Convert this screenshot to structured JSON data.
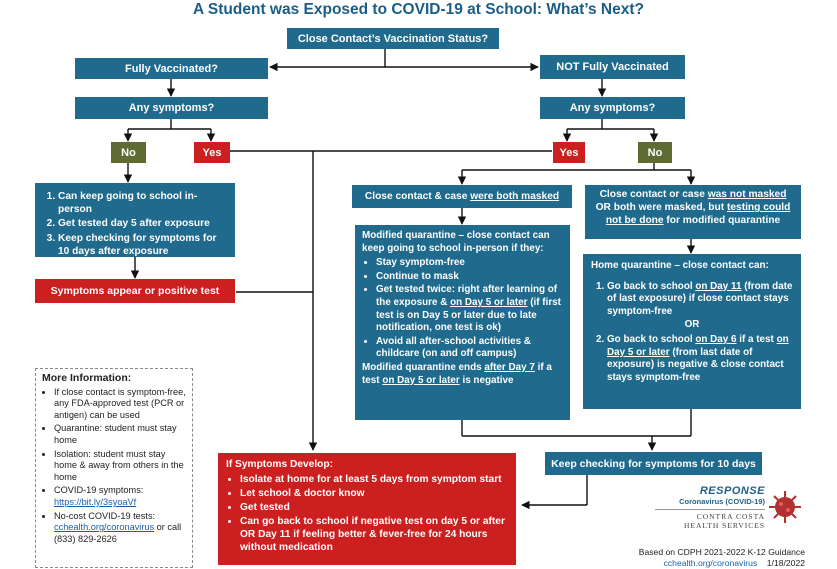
{
  "title": "A Student was Exposed to COVID-19 at School: What’s Next?",
  "top_question": "Close Contact’s Vaccination Status?",
  "left": {
    "status": "Fully Vaccinated?",
    "symptoms_q": "Any symptoms?",
    "no": "No",
    "yes": "Yes",
    "steps": [
      "Can keep going to school in-person",
      "Get tested day 5 after exposure",
      "Keep checking for symptoms for 10 days after exposure"
    ],
    "alert": "Symptoms appear or positive test"
  },
  "right": {
    "status": "NOT Fully Vaccinated",
    "symptoms_q": "Any symptoms?",
    "yes": "Yes",
    "no": "No",
    "masked_pre": "Close contact & case ",
    "masked_u": "were both masked",
    "notmasked_1": "Close contact or case ",
    "notmasked_u1": "was not masked",
    "notmasked_2": " OR both were masked, but ",
    "notmasked_u2": "testing could not be done",
    "notmasked_3": " for modified quarantine"
  },
  "modified": {
    "intro": "Modified quarantine – close contact can keep going to school in-person if they:",
    "b1": "Stay symptom-free",
    "b2": "Continue to mask",
    "b3_pre": "Get tested twice: right after learning of the exposure & ",
    "b3_u": "on Day 5 or later",
    "b3_note": "(if first test is on Day 5 or later due to late notification, one test is ok)",
    "b4": "Avoid all after-school activities & childcare (on and off campus)",
    "end_pre": "Modified quarantine ends ",
    "end_u1": "after Day 7",
    "end_mid": " if a test ",
    "end_u2": "on Day 5 or later",
    "end_post": " is negative"
  },
  "home": {
    "intro": "Home quarantine – close contact can:",
    "o1_pre": "Go back to school ",
    "o1_u": "on Day 11",
    "o1_post": " (from date of last exposure) if close contact stays symptom-free",
    "or": "OR",
    "o2_pre": "Go back to school ",
    "o2_u1": "on Day 6",
    "o2_mid": " if a test ",
    "o2_u2": "on Day 5 or later",
    "o2_post": " (from last date of exposure) is negative & close contact stays symptom-free"
  },
  "keep_checking": "Keep checking for symptoms for 10 days",
  "symptoms_develop": {
    "title": "If Symptoms Develop:",
    "items": [
      "Isolate at home for at least 5 days from symptom start",
      "Let school & doctor know",
      "Get tested",
      "Can go back to school if negative test on day 5 or after OR Day 11 if feeling better & fever-free for 24 hours without medication"
    ]
  },
  "more_info": {
    "heading": "More Information:",
    "i1": "If close contact is symptom-free, any FDA-approved test (PCR or antigen) can be used",
    "i2": "Quarantine: student must stay home",
    "i3": "Isolation: student must stay home & away from others in the home",
    "i4_label": "COVID-19 symptoms:",
    "i4_link": "https://bit.ly/3syoaVf",
    "i5_label": "No-cost COVID-19 tests:",
    "i5_link": "cchealth.org/coronavirus",
    "i5_post": " or call (833) 829-2626"
  },
  "logo": {
    "response": "RESPONSE",
    "sub": "Coronavirus (COVID-19)",
    "org1": "CONTRA COSTA",
    "org2": "HEALTH SERVICES"
  },
  "footer": {
    "basis": "Based on CDPH 2021-2022 K-12 Guidance",
    "url": "cchealth.org/coronavirus",
    "date": "1/18/2022"
  },
  "colors": {
    "blue": "#1f6a8d",
    "red": "#cc1f1f",
    "olive": "#5f6b33",
    "title": "#1a5e88"
  }
}
